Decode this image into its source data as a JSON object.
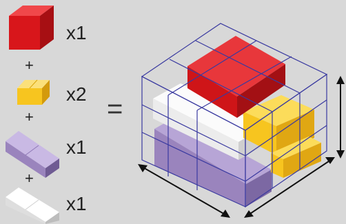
{
  "legend": [
    {
      "piece": "red-cube-icon",
      "count_label": "x1"
    },
    {
      "piece": "yellow-block-icon",
      "count_label": "x2"
    },
    {
      "piece": "purple-bar-icon",
      "count_label": "x1"
    },
    {
      "piece": "white-bar-icon",
      "count_label": "x1"
    }
  ],
  "operators": {
    "plus": "+",
    "equals": "="
  },
  "colors": {
    "background": "#d8d8d8",
    "red": "#d8161b",
    "yellow": "#f7c51f",
    "purple": "#9a84bd",
    "white": "#f2f2f2",
    "grid": "#3a3aa0"
  }
}
